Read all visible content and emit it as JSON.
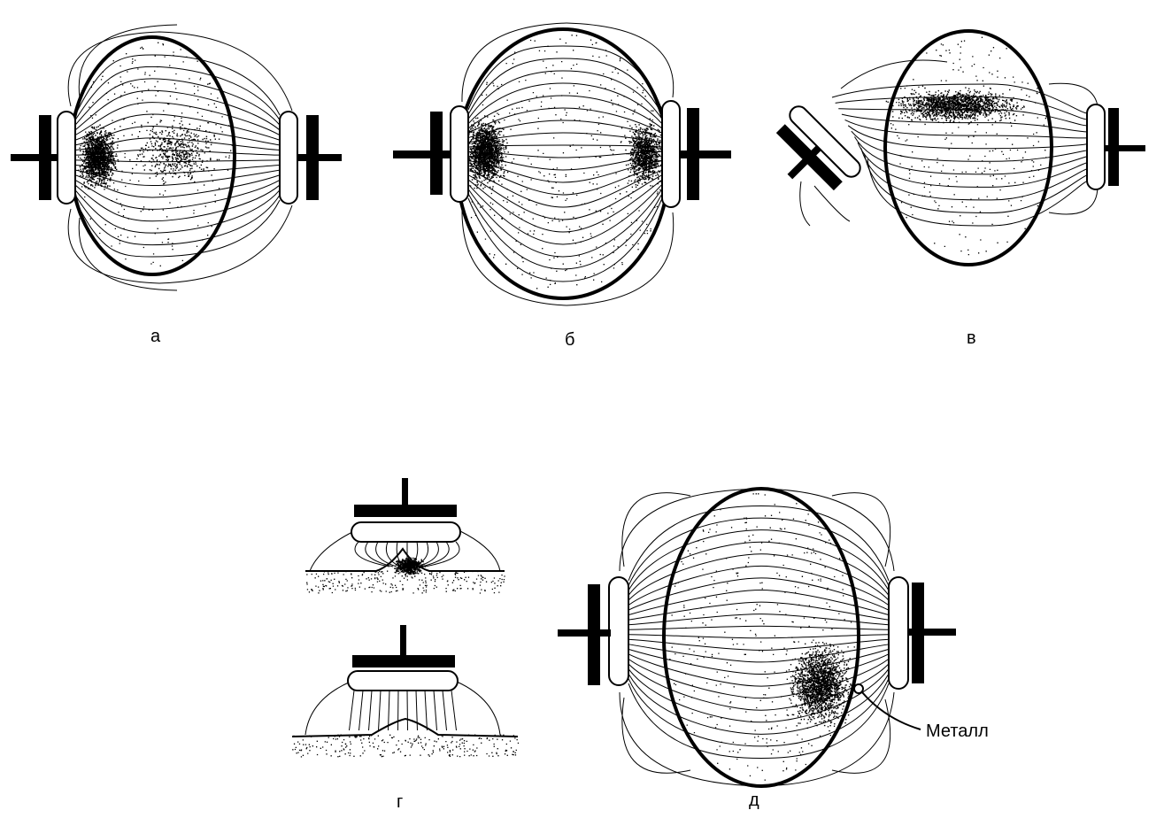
{
  "panels": [
    {
      "label": "а"
    },
    {
      "label": "б"
    },
    {
      "label": "в"
    },
    {
      "label": "г"
    },
    {
      "label": "д"
    }
  ],
  "annotation": {
    "metal": "Металл"
  },
  "colors": {
    "ink": "#000000",
    "paper": "#ffffff"
  }
}
